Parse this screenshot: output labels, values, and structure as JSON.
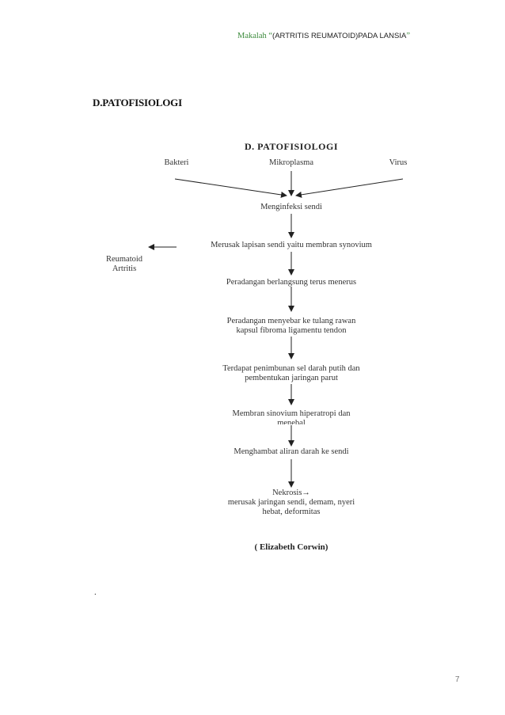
{
  "header": {
    "prefix": "Makalah “",
    "title": "(ARTRITIS REUMATOID)PADA LANSIA",
    "suffix": "”"
  },
  "section_heading": "D.PATOFISIOLOGI",
  "diagram": {
    "title": "D. PATOFISIOLOGI",
    "causes": [
      "Bakteri",
      "Mikroplasma",
      "Virus"
    ],
    "steps": [
      [
        "Menginfeksi sendi"
      ],
      [
        "Merusak lapisan sendi yaitu membran synovium"
      ],
      [
        "Peradangan berlangsung terus menerus"
      ],
      [
        "Peradangan menyebar ke tulang rawan",
        "kapsul fibroma ligamentu tendon"
      ],
      [
        "Terdapat penimbunan sel darah putih dan",
        "pembentukan jaringan parut"
      ],
      [
        "Membran sinovium hiperatropi dan",
        "menebal"
      ],
      [
        "Menghambat aliran darah ke sendi"
      ],
      [
        "Nekrosis→",
        "merusak jaringan sendi, demam, nyeri",
        "hebat, deformitas"
      ]
    ],
    "side_result": [
      "Reumatoid",
      "Artritis"
    ],
    "citation": "( Elizabeth Corwin)"
  },
  "dot_note": ".",
  "page_number": "7"
}
